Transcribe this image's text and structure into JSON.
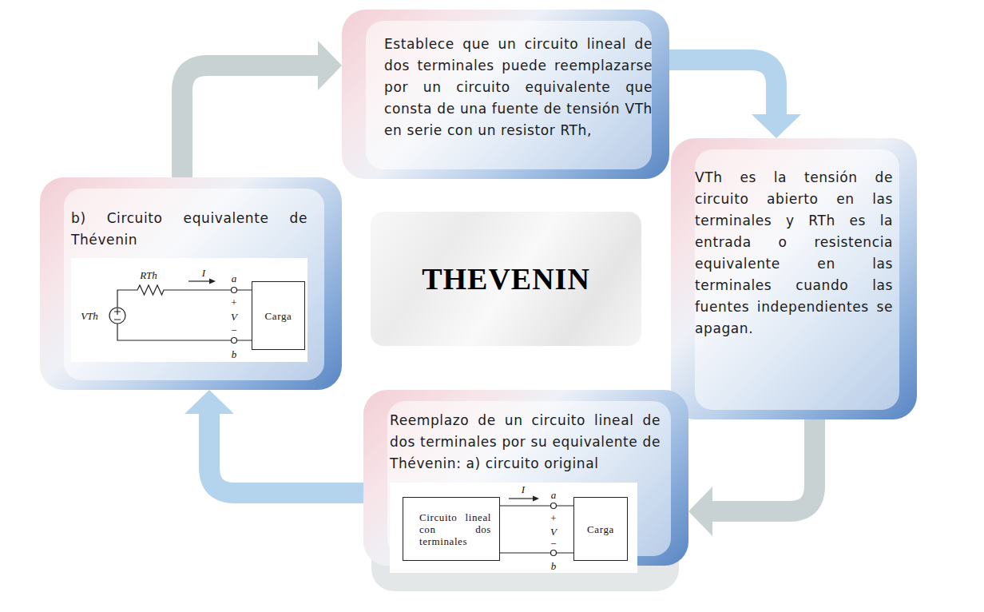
{
  "diagram": {
    "nodes": [
      {
        "text": [
          "Establece que un circuito lineal de dos terminales puede reemplazarse por un circuito equivalente que consta de una fuente de tensión VTh en serie con un resistor RTh,"
        ]
      },
      {
        "text": [
          "VTh es la tensión de circuito abierto en las terminales y RTh es la entrada o resistencia equivalente en las terminales cuando las fuentes independientes se apagan."
        ]
      },
      {
        "text": [
          "b) Circuito equivalente de Thévenin"
        ]
      },
      {
        "text": [
          "Carga"
        ],
        "in": 2
      },
      {
        "text": [
          "THEVENIN"
        ]
      },
      {
        "text": [
          "Reemplazo de un circuito lineal de dos terminales por su equivalente de Thévenin: a) circuito original"
        ]
      },
      {
        "text": [
          "Circuito lineal con dos terminales"
        ],
        "in": 5
      },
      {
        "text": [
          "Carga"
        ],
        "in": 5
      }
    ],
    "edges": [
      {
        "from": 0,
        "to": 1,
        "arrow": "to"
      },
      {
        "from": 1,
        "to": 5,
        "arrow": "to"
      },
      {
        "from": 5,
        "to": 2,
        "arrow": "to"
      },
      {
        "from": 2,
        "to": 0,
        "arrow": "to"
      },
      {
        "from": 6,
        "to": 7,
        "arrow": "none"
      },
      {
        "from": 6,
        "to": 7,
        "arrow": "none"
      }
    ],
    "labels": [
      "RTh",
      "I",
      "a",
      "+",
      "VTh",
      "V",
      "−",
      "b",
      "I",
      "a",
      "+",
      "V",
      "−",
      "b"
    ]
  }
}
